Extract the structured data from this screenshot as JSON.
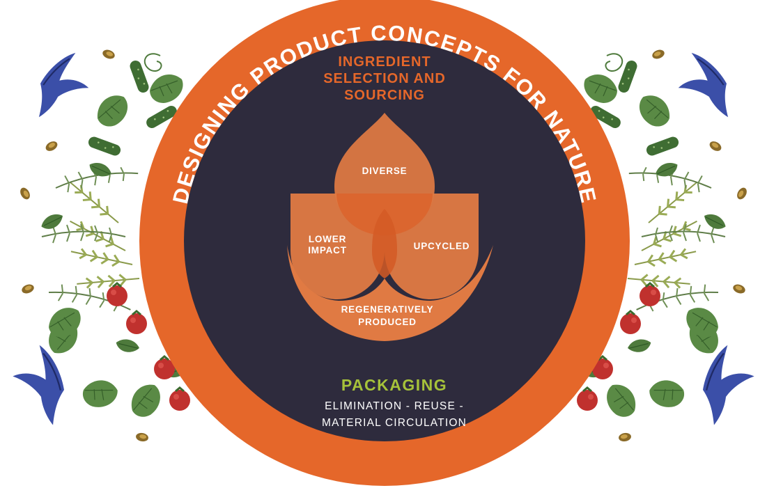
{
  "ring": {
    "title": "DESIGNING PRODUCT CONCEPTS FOR NATURE"
  },
  "ingredient": {
    "heading_lines": [
      "INGREDIENT",
      "SELECTION AND",
      "SOURCING"
    ],
    "petals": {
      "top": "DIVERSE",
      "left_lines": [
        "LOWER",
        "IMPACT"
      ],
      "right": "UPCYCLED",
      "bottom_lines": [
        "REGENERATIVELY",
        "PRODUCED"
      ]
    }
  },
  "packaging": {
    "title": "PACKAGING",
    "subtitle_lines": [
      "ELIMINATION - REUSE -",
      "MATERIAL CIRCULATION"
    ]
  },
  "colors": {
    "orange": "#e5672a",
    "petal": "#e07a43",
    "navy": "#2e2b3d",
    "green_title": "#a6c23a",
    "swallow": "#3b4fa8",
    "leaf": "#4e7a3c",
    "berry": "#c0312e"
  },
  "decor_icons": [
    "swallow-icon",
    "cucumber-icon",
    "leaf-icon",
    "berry-icon",
    "seed-icon",
    "wheat-icon"
  ]
}
